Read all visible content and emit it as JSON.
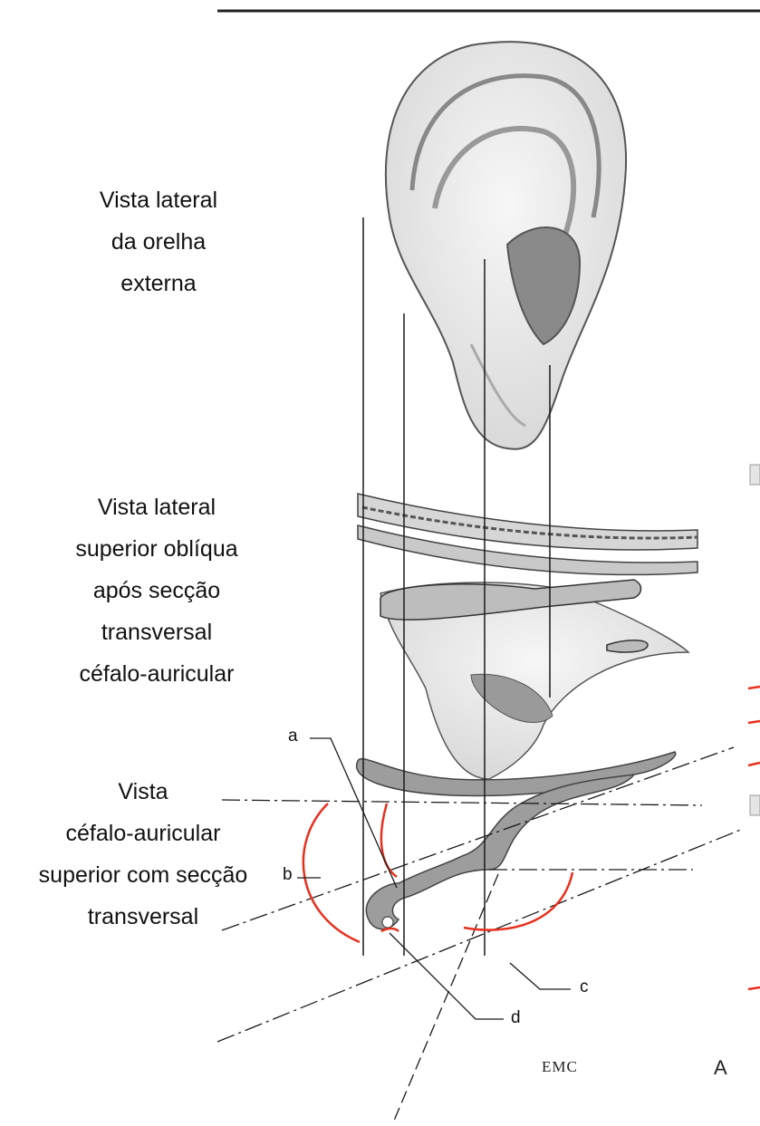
{
  "captions": {
    "ear": [
      "Vista lateral",
      "da orelha",
      "externa"
    ],
    "oblique": [
      "Vista lateral",
      "superior oblíqua",
      "após secção",
      "transversal",
      "céfalo-auricular"
    ],
    "section": [
      "Vista",
      "céfalo-auricular",
      "superior com secção",
      "transversal"
    ]
  },
  "labels": {
    "a": "a",
    "b": "b",
    "c": "c",
    "d": "d"
  },
  "logo": "EMC",
  "panel_letter": "A",
  "colors": {
    "angle_arc": "#e8301e",
    "line": "#1a1a1a",
    "cartilage": "#9d9d9d"
  }
}
